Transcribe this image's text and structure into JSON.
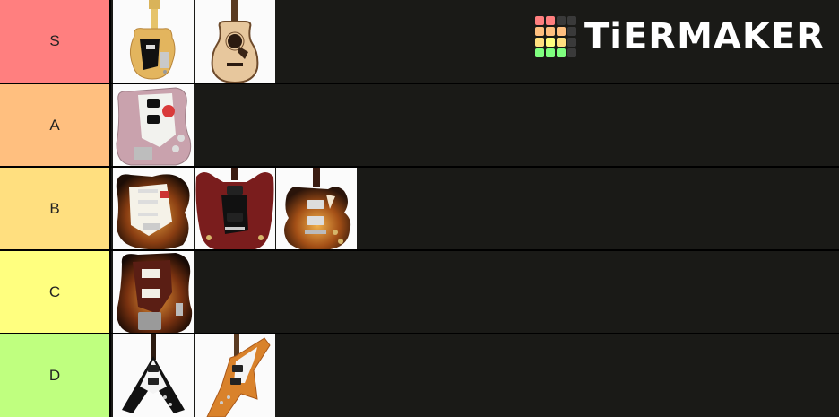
{
  "logo": {
    "text": "TiERMAKER",
    "grid_colors": [
      "#ff7f7f",
      "#ff7f7f",
      "#3a3a3a",
      "#3a3a3a",
      "#ffbf7f",
      "#ffbf7f",
      "#ffbf7f",
      "#3a3a3a",
      "#ffdf7f",
      "#ffff7f",
      "#ffdf7f",
      "#3a3a3a",
      "#7fff7f",
      "#7fff7f",
      "#7fff7f",
      "#3a3a3a"
    ]
  },
  "tiers": [
    {
      "label": "S",
      "color": "#ff7f7f",
      "items": [
        "telecaster-guitar",
        "acoustic-dreadnought-guitar"
      ]
    },
    {
      "label": "A",
      "color": "#ffbf7f",
      "items": [
        "mustang-pink-guitar"
      ]
    },
    {
      "label": "B",
      "color": "#ffdf7f",
      "items": [
        "stratocaster-sunburst-guitar",
        "sg-cherry-guitar",
        "les-paul-sunburst-guitar"
      ]
    },
    {
      "label": "C",
      "color": "#ffff7f",
      "items": [
        "jazzmaster-sunburst-guitar"
      ]
    },
    {
      "label": "D",
      "color": "#bfff7f",
      "items": [
        "flying-v-black-guitar",
        "explorer-natural-guitar"
      ]
    }
  ]
}
